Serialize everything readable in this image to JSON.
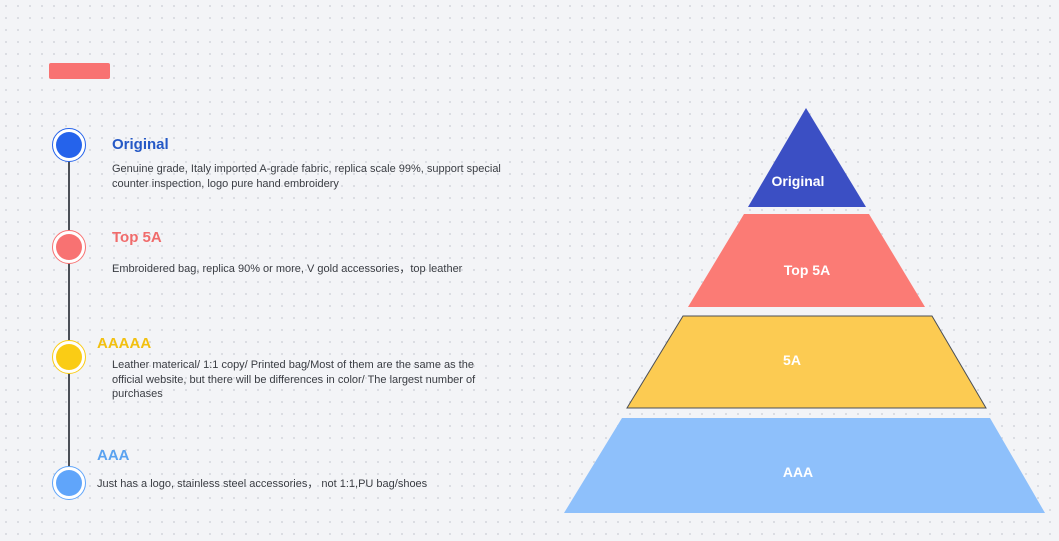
{
  "levels": [
    {
      "title": "Original",
      "pyramid_label": "Original",
      "description": "Genuine grade, Italy imported A-grade fabric, replica scale 99%, support special counter inspection, logo pure hand embroidery",
      "color": "#2563eb",
      "pyramid_color": "#3b4fc4",
      "title_color": "#2458c6"
    },
    {
      "title": "Top 5A",
      "pyramid_label": "Top 5A",
      "description": "Embroidered bag, replica 90% or more, V gold accessories，top leather",
      "color": "#f87272",
      "pyramid_color": "#fb7b75",
      "title_color": "#f06b6b"
    },
    {
      "title": "AAAAA",
      "pyramid_label": "5A",
      "description": "Leather materical/ 1:1 copy/ Printed bag/Most of them are the same as the official website, but there will be differences in color/ The largest number of purchases",
      "color": "#facc15",
      "pyramid_color": "#fccb52",
      "title_color": "#f2c010"
    },
    {
      "title": "AAA",
      "pyramid_label": "AAA",
      "description": "Just has a logo, stainless steel accessories， not 1:1,PU bag/shoes",
      "color": "#60a5fa",
      "pyramid_color": "#8ec0fb",
      "title_color": "#5aa2f0"
    }
  ],
  "header_bar_color": "#f87272"
}
